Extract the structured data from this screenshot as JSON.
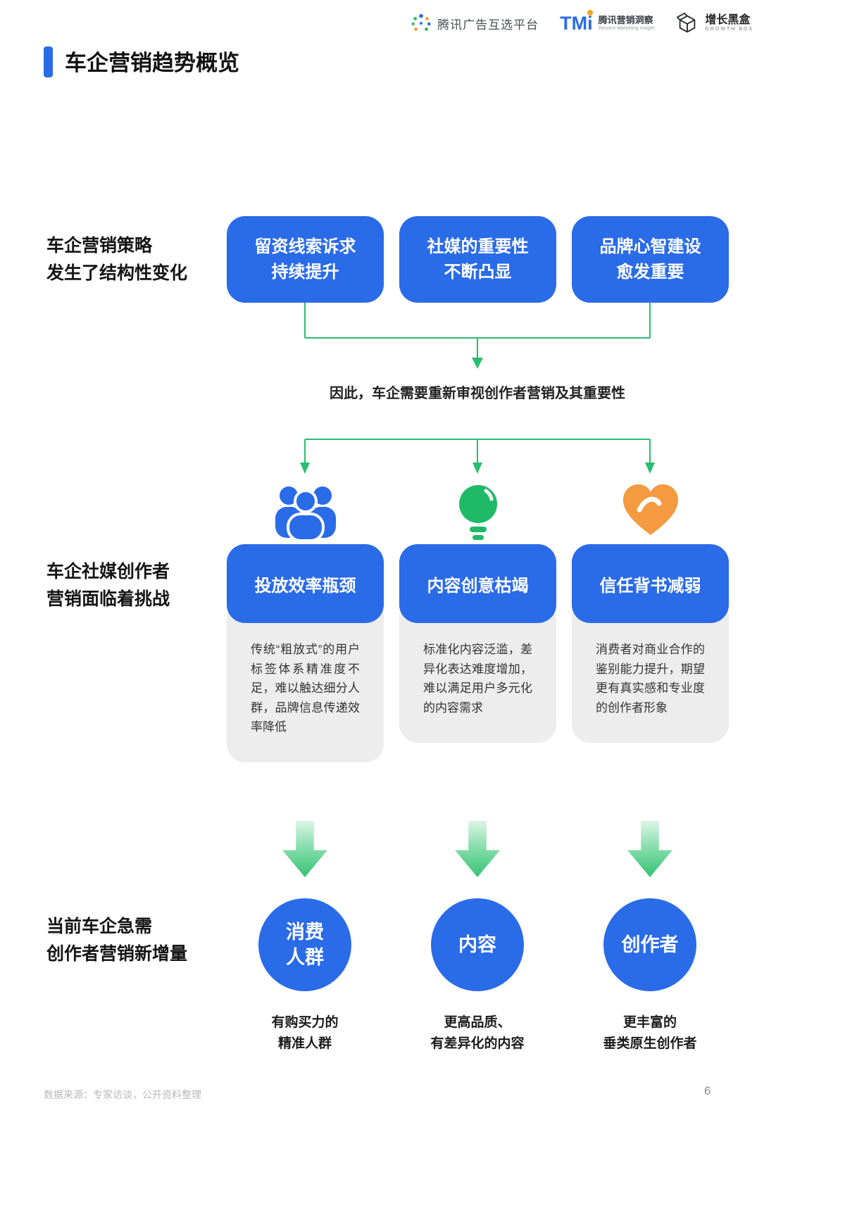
{
  "header": {
    "logo1_text": "腾讯广告互选平台",
    "logo2_tm": "TM",
    "logo2_i": "i",
    "logo2_cn": "腾讯营销洞察",
    "logo2_en": "Tencent Marketing Insight",
    "logo3_cn": "增长黑盒",
    "logo3_en": "GROWTH BOX"
  },
  "title": "车企营销趋势概览",
  "row1": {
    "label": "车企营销策略\n发生了结构性变化",
    "boxes": [
      "留资线索诉求\n持续提升",
      "社媒的重要性\n不断凸显",
      "品牌心智建设\n愈发重要"
    ],
    "conclusion": "因此，车企需要重新审视创作者营销及其重要性"
  },
  "row2": {
    "label": "车企社媒创作者\n营销面临着挑战",
    "cards": [
      {
        "icon": "people-group-icon",
        "title": "投放效率瓶颈",
        "body": "传统“粗放式”的用户标签体系精准度不足，难以触达细分人群，品牌信息传递效率降低"
      },
      {
        "icon": "lightbulb-icon",
        "title": "内容创意枯竭",
        "body": "标准化内容泛滥，差异化表达难度增加，难以满足用户多元化的内容需求"
      },
      {
        "icon": "heart-icon",
        "title": "信任背书减弱",
        "body": "消费者对商业合作的鉴别能力提升，期望更有真实感和专业度的创作者形象"
      }
    ]
  },
  "row3": {
    "label": "当前车企急需\n创作者营销新增量",
    "circles": [
      "消费\n人群",
      "内容",
      "创作者"
    ],
    "captions": [
      "有购买力的\n精准人群",
      "更高品质、\n有差异化的内容",
      "更丰富的\n垂类原生创作者"
    ]
  },
  "footer": {
    "source": "数据来源：专家访谈，公开资料整理",
    "page": "6"
  },
  "colors": {
    "blue": "#2a6be8",
    "green": "#29bd6e",
    "orange": "#f49a40",
    "card_gray": "#ededed"
  }
}
